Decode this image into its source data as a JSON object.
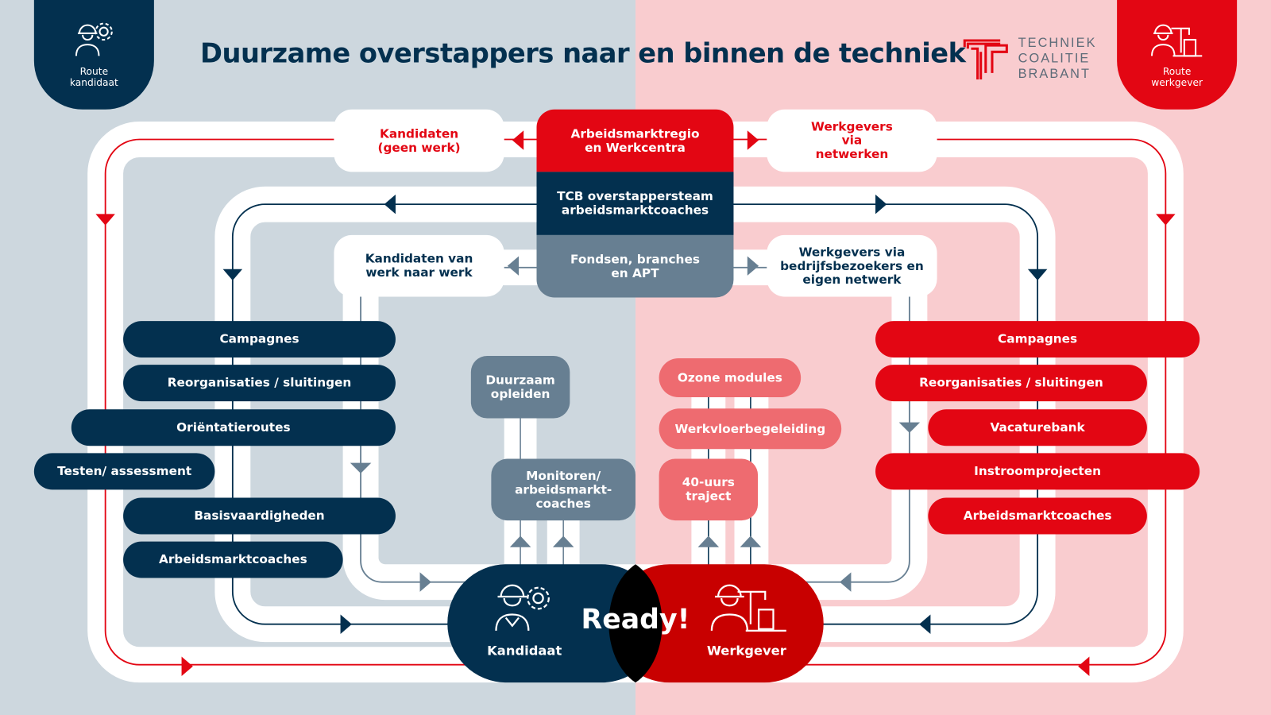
{
  "title": "Duurzame overstappers naar en binnen de techniek",
  "logo": {
    "line1": "TECHNIEK",
    "line2": "COALITIE",
    "line3": "BRABANT"
  },
  "tabs": {
    "left": "Route kandidaat",
    "right": "Route werkgever"
  },
  "top": {
    "kandidaten_geen_werk": "Kandidaten (geen werk)",
    "arbeidsmarktregio": "Arbeidsmarktregio en Werkcentra",
    "werkgevers_netwerken": "Werkgevers via netwerken",
    "tcb_team": "TCB overstappersteam arbeidsmarktcoaches",
    "kandidaten_werk": "Kandidaten van werk naar werk",
    "fondsen": "Fondsen, branches en APT",
    "werkgevers_bedrijf": "Werkgevers via bedrijfsbezoekers en eigen netwerk"
  },
  "left_items": [
    "Campagnes",
    "Reorganisaties / sluitingen",
    "Oriëntatieroutes",
    "Testen/ assessment",
    "Basisvaardigheden",
    "Arbeidsmarktcoaches"
  ],
  "right_items": [
    "Campagnes",
    "Reorganisaties / sluitingen",
    "Vacaturebank",
    "Instroomprojecten",
    "Arbeidsmarktcoaches"
  ],
  "middle_left": {
    "duurzaam": "Duurzaam opleiden",
    "monitoren": "Monitoren/ arbeidsmarkt-coaches"
  },
  "middle_right": {
    "ozone": "Ozone modules",
    "werkvloer": "Werkvloerbegeleiding",
    "traject": "40-uurs traject"
  },
  "center": {
    "kandidaat": "Kandidaat",
    "ready": "Ready!",
    "werkgever": "Werkgever"
  },
  "colors": {
    "navy": "#03304f",
    "red": "#e30613",
    "grey": "#677f92",
    "salmon": "#ee6b70"
  }
}
